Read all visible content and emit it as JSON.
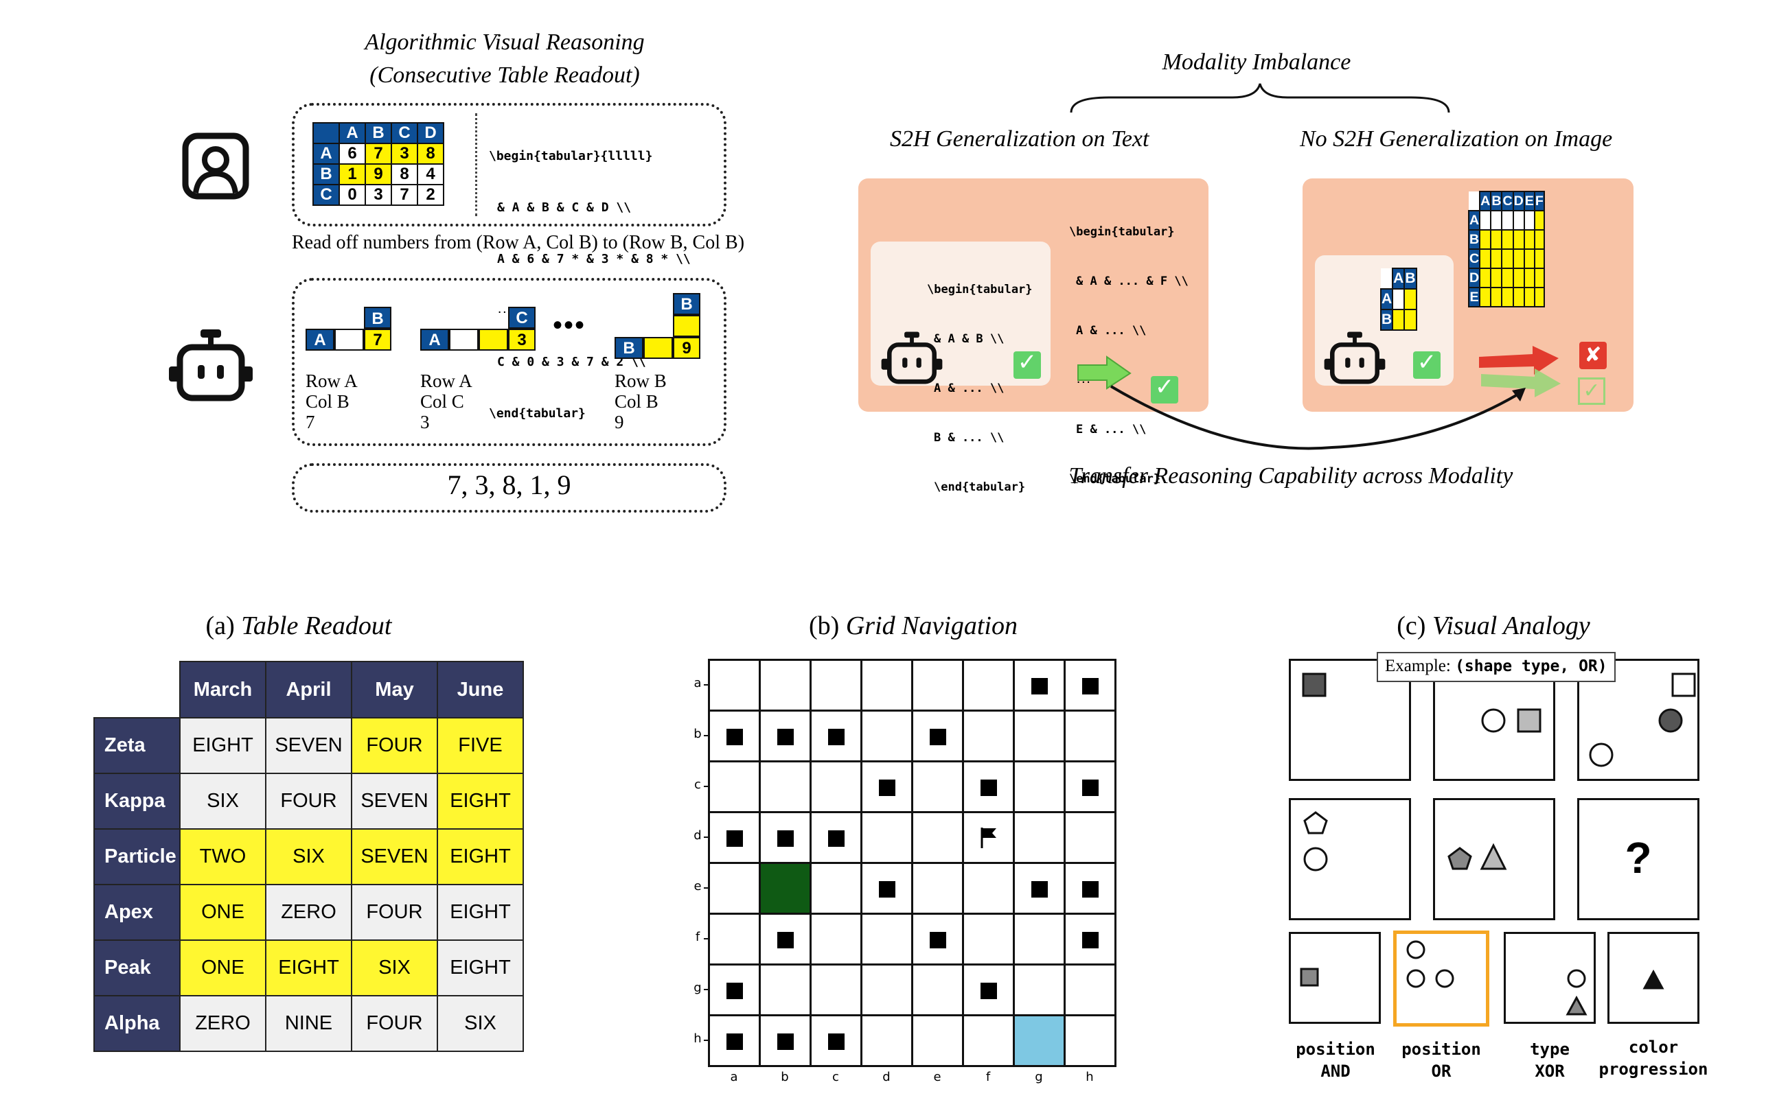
{
  "top_left": {
    "title_line1": "Algorithmic Visual Reasoning",
    "title_line2": "(Consecutive Table Readout)",
    "mini_table": {
      "cols": [
        "A",
        "B",
        "C",
        "D"
      ],
      "rows": [
        {
          "label": "A",
          "cells": [
            "6",
            "7",
            "3",
            "8"
          ]
        },
        {
          "label": "B",
          "cells": [
            "1",
            "9",
            "8",
            "4"
          ]
        },
        {
          "label": "C",
          "cells": [
            "0",
            "3",
            "7",
            "2"
          ]
        }
      ]
    },
    "latex_lines": [
      "\\begin{tabular}{lllll}",
      "& A & B & C & D \\\\",
      "A & 6 & 7 * & 3 * & 8 * \\\\",
      "......",
      "C & 0 & 3 & 7 & 2 \\\\",
      "\\end{tabular}"
    ],
    "instruction": "Read off numbers from (Row A, Col B) to (Row B, Col B)",
    "steps": [
      {
        "col": "B",
        "row": "A",
        "value": "7",
        "line1": "Row A",
        "line2": "Col B",
        "line3": "7"
      },
      {
        "col": "C",
        "row": "A",
        "value": "3",
        "line1": "Row A",
        "line2": "Col C",
        "line3": "3"
      },
      {
        "col": "B",
        "row": "B",
        "value": "9",
        "line1": "Row B",
        "line2": "Col B",
        "line3": "9"
      }
    ],
    "ellipsis": "•••",
    "answer": "7, 3, 8, 1, 9"
  },
  "top_right": {
    "modality_title": "Modality Imbalance",
    "text_title": "S2H Generalization on Text",
    "image_title": "No S2H Generalization on Image",
    "small_latex": [
      "\\begin{tabular}",
      "& A & B \\\\",
      "A & ... \\\\",
      "B & ... \\\\",
      "\\end{tabular}"
    ],
    "big_latex": [
      "\\begin{tabular}",
      "& A & ... & F \\\\",
      "A & ... \\\\",
      "...",
      "E & ... \\\\",
      "\\end{tabular}"
    ],
    "small_grid_cols": [
      "A",
      "B"
    ],
    "small_grid_rows": [
      "A",
      "B"
    ],
    "big_grid_cols": [
      "A",
      "B",
      "C",
      "D",
      "E",
      "F"
    ],
    "big_grid_rows": [
      "A",
      "B",
      "C",
      "D",
      "E"
    ],
    "transfer_caption": "Transfer Reasoning Capability across Modality",
    "cross_mark": "✘"
  },
  "panel_a": {
    "caption_prefix": "(a) ",
    "caption_title": "Table Readout",
    "columns": [
      "March",
      "April",
      "May",
      "June"
    ],
    "rows": [
      {
        "label": "Zeta",
        "cells": [
          "EIGHT",
          "SEVEN",
          "FOUR",
          "FIVE"
        ],
        "hl": [
          0,
          0,
          1,
          1
        ]
      },
      {
        "label": "Kappa",
        "cells": [
          "SIX",
          "FOUR",
          "SEVEN",
          "EIGHT"
        ],
        "hl": [
          0,
          0,
          0,
          1
        ]
      },
      {
        "label": "Particle",
        "cells": [
          "TWO",
          "SIX",
          "SEVEN",
          "EIGHT"
        ],
        "hl": [
          1,
          1,
          1,
          1
        ]
      },
      {
        "label": "Apex",
        "cells": [
          "ONE",
          "ZERO",
          "FOUR",
          "EIGHT"
        ],
        "hl": [
          1,
          0,
          0,
          0
        ]
      },
      {
        "label": "Peak",
        "cells": [
          "ONE",
          "EIGHT",
          "SIX",
          "EIGHT"
        ],
        "hl": [
          1,
          1,
          1,
          0
        ]
      },
      {
        "label": "Alpha",
        "cells": [
          "ZERO",
          "NINE",
          "FOUR",
          "SIX"
        ],
        "hl": [
          0,
          0,
          0,
          0
        ]
      }
    ],
    "highlight_color": "#fff730",
    "header_color": "#353b63"
  },
  "panel_b": {
    "caption_prefix": "(b) ",
    "caption_title": "Grid Navigation",
    "row_labels": [
      "a",
      "b",
      "c",
      "d",
      "e",
      "f",
      "g",
      "h"
    ],
    "col_labels": [
      "a",
      "b",
      "c",
      "d",
      "e",
      "f",
      "g",
      "h"
    ],
    "obstacles": [
      [
        0,
        6
      ],
      [
        0,
        7
      ],
      [
        1,
        0
      ],
      [
        1,
        1
      ],
      [
        1,
        2
      ],
      [
        1,
        4
      ],
      [
        2,
        3
      ],
      [
        2,
        5
      ],
      [
        2,
        7
      ],
      [
        3,
        0
      ],
      [
        3,
        1
      ],
      [
        3,
        2
      ],
      [
        4,
        3
      ],
      [
        4,
        6
      ],
      [
        4,
        7
      ],
      [
        5,
        1
      ],
      [
        5,
        4
      ],
      [
        5,
        7
      ],
      [
        6,
        0
      ],
      [
        6,
        5
      ],
      [
        7,
        0
      ],
      [
        7,
        1
      ],
      [
        7,
        2
      ]
    ],
    "flag_cell": [
      3,
      5
    ],
    "start_cell": [
      4,
      1
    ],
    "goal_cell": [
      7,
      6
    ],
    "start_color": "#0f5a14",
    "goal_color": "#7ec8e3",
    "flag_icon": "flag-icon"
  },
  "panel_c": {
    "caption_prefix": "(c) ",
    "caption_title": "Visual Analogy",
    "example_label": "Example: ",
    "example_code": "(shape type, OR)",
    "question_mark": "?",
    "options": [
      {
        "line1": "position",
        "line2": "AND"
      },
      {
        "line1": "position",
        "line2": "OR"
      },
      {
        "line1": "type",
        "line2": "XOR"
      },
      {
        "line1": "color",
        "line2": "progression"
      }
    ],
    "selected_option_color": "#f5a623"
  }
}
